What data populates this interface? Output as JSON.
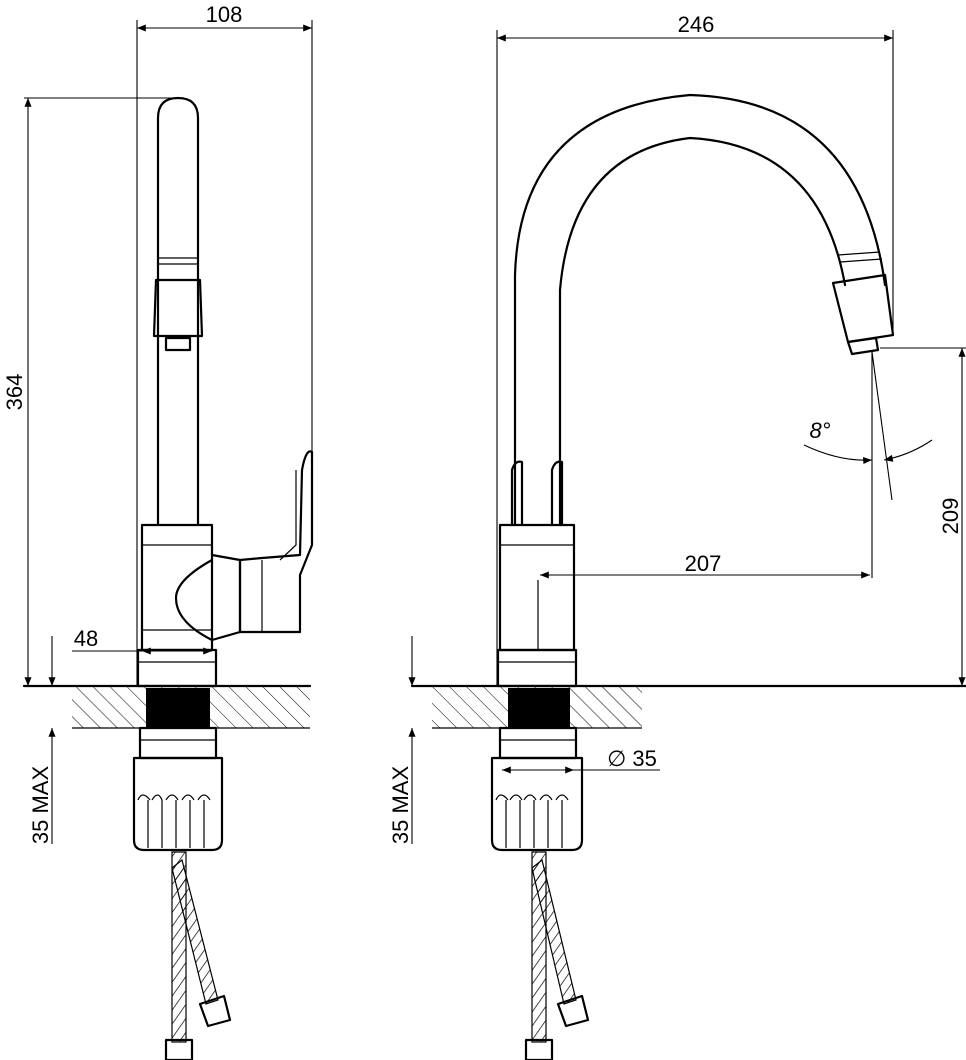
{
  "dimensions": {
    "left_width": "108",
    "left_height": "364",
    "left_base": "48",
    "left_counter": "35 MAX",
    "right_width": "246",
    "right_reach": "207",
    "right_height": "209",
    "right_angle": "8°",
    "right_diameter": "∅ 35",
    "right_counter": "35 MAX"
  }
}
